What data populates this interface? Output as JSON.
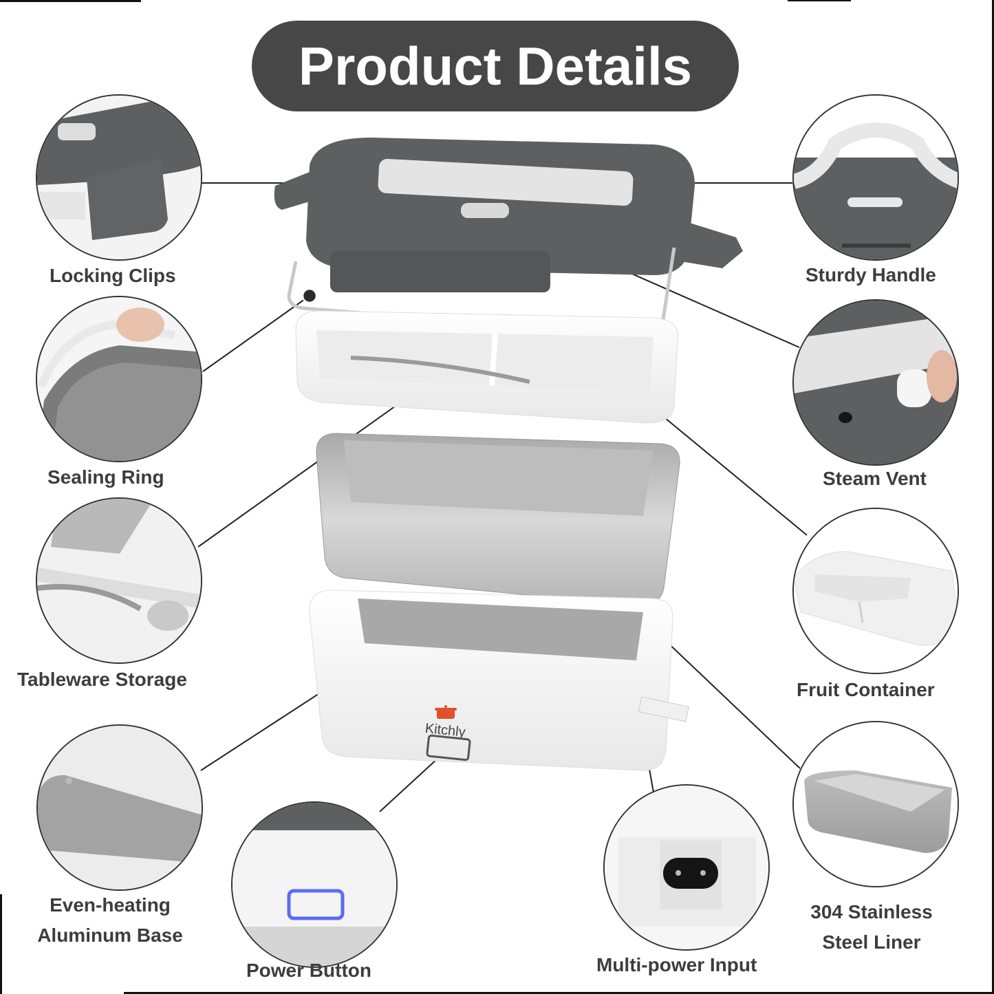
{
  "header": {
    "title": "Product Details"
  },
  "brand": {
    "name": "Kitchly",
    "accent_color": "#e0502a"
  },
  "colors": {
    "pill_bg": "#474747",
    "label_text": "#3d3d3d",
    "lid_gray": "#5e5f61",
    "steel": "#c4c4c4",
    "power_led": "#5a6cf0"
  },
  "features": [
    {
      "id": "locking-clips",
      "label": "Locking Clips"
    },
    {
      "id": "sealing-ring",
      "label": "Sealing Ring"
    },
    {
      "id": "tableware-storage",
      "label": "Tableware Storage"
    },
    {
      "id": "aluminum-base",
      "label_line1": "Even-heating",
      "label_line2": "Aluminum Base"
    },
    {
      "id": "power-button",
      "label": "Power Button"
    },
    {
      "id": "multi-power-input",
      "label": "Multi-power Input"
    },
    {
      "id": "stainless-liner",
      "label_line1": "304 Stainless",
      "label_line2": "Steel Liner"
    },
    {
      "id": "fruit-container",
      "label": "Fruit Container"
    },
    {
      "id": "steam-vent",
      "label": "Steam Vent"
    },
    {
      "id": "sturdy-handle",
      "label": "Sturdy Handle"
    }
  ]
}
